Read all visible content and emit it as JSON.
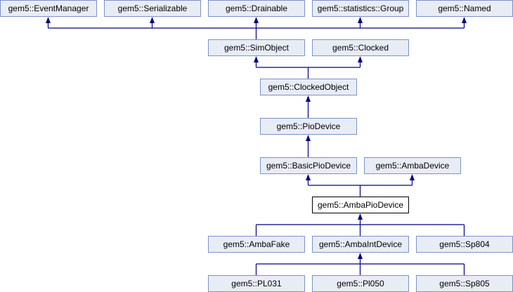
{
  "diagram": {
    "edge_color": "#000080",
    "node_fill": "#e8ecf5",
    "node_border": "#7b92c9",
    "nodes": {
      "event_manager": "gem5::EventManager",
      "serializable": "gem5::Serializable",
      "drainable": "gem5::Drainable",
      "statistics_group": "gem5::statistics::Group",
      "named": "gem5::Named",
      "sim_object": "gem5::SimObject",
      "clocked": "gem5::Clocked",
      "clocked_object": "gem5::ClockedObject",
      "pio_device": "gem5::PioDevice",
      "basic_pio_device": "gem5::BasicPioDevice",
      "amba_device": "gem5::AmbaDevice",
      "amba_pio_device": "gem5::AmbaPioDevice",
      "amba_fake": "gem5::AmbaFake",
      "amba_int_device": "gem5::AmbaIntDevice",
      "sp804": "gem5::Sp804",
      "pl031": "gem5::PL031",
      "pl050": "gem5::Pl050",
      "sp805": "gem5::Sp805"
    },
    "current": "amba_pio_device",
    "edges": [
      [
        "sim_object",
        "event_manager"
      ],
      [
        "sim_object",
        "serializable"
      ],
      [
        "sim_object",
        "drainable"
      ],
      [
        "sim_object",
        "statistics_group"
      ],
      [
        "sim_object",
        "named"
      ],
      [
        "clocked_object",
        "sim_object"
      ],
      [
        "clocked_object",
        "clocked"
      ],
      [
        "pio_device",
        "clocked_object"
      ],
      [
        "basic_pio_device",
        "pio_device"
      ],
      [
        "amba_pio_device",
        "basic_pio_device"
      ],
      [
        "amba_pio_device",
        "amba_device"
      ],
      [
        "amba_fake",
        "amba_pio_device"
      ],
      [
        "amba_int_device",
        "amba_pio_device"
      ],
      [
        "sp804",
        "amba_pio_device"
      ],
      [
        "pl031",
        "amba_int_device"
      ],
      [
        "pl050",
        "amba_int_device"
      ],
      [
        "sp805",
        "amba_int_device"
      ]
    ]
  }
}
